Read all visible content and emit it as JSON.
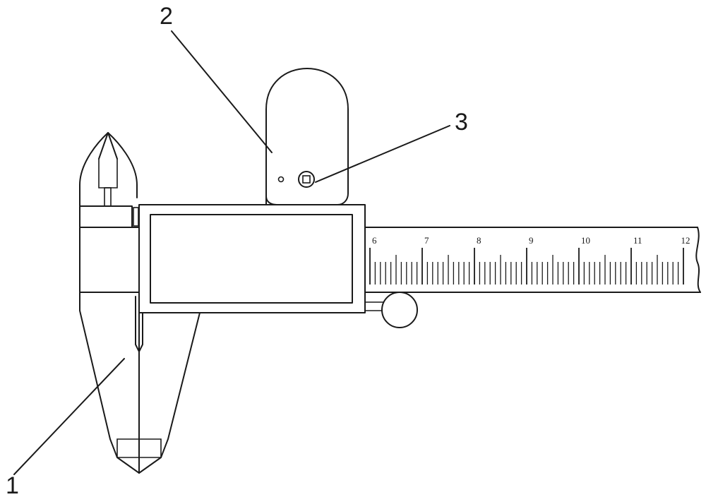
{
  "callouts": [
    {
      "label": "1"
    },
    {
      "label": "2"
    },
    {
      "label": "3"
    }
  ],
  "scale": {
    "numbers": [
      "6",
      "7",
      "8",
      "9",
      "10",
      "11",
      "12"
    ]
  }
}
